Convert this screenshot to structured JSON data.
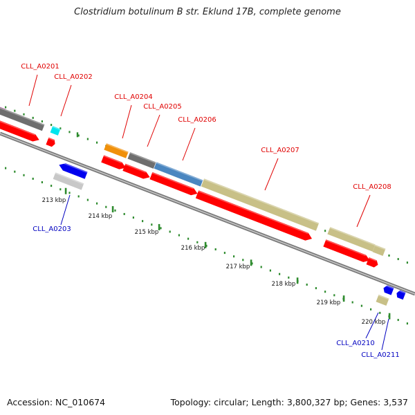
{
  "title": "Clostridium botulinum B str. Eklund 17B, complete genome",
  "footer": {
    "accession": "Accession: NC_010674",
    "summary": "Topology: circular; Length: 3,800,327 bp; Genes: 3,537"
  },
  "colors": {
    "backbone": "#888888",
    "tick": "#2e8b2e",
    "label_forward": "#e00000",
    "label_reverse": "#0000c0",
    "cds": "#ff0000",
    "gene_grey": "#6e6e6e",
    "gene_light_grey": "#c8c8c8",
    "gene_khaki": "#c8c087",
    "gene_orange": "#f0900a",
    "gene_steelblue": "#4a86c0",
    "gene_cyan": "#00e5ee",
    "gene_magenta": "#e020c0",
    "gene_blue": "#0000ee"
  },
  "axis": {
    "unit": "kbp",
    "ticks": [
      {
        "label": "213 kbp"
      },
      {
        "label": "214 kbp"
      },
      {
        "label": "215 kbp"
      },
      {
        "label": "216 kbp"
      },
      {
        "label": "217 kbp"
      },
      {
        "label": "218 kbp"
      },
      {
        "label": "219 kbp"
      },
      {
        "label": "220 kbp"
      }
    ]
  },
  "gene_labels": [
    {
      "text": "CLL_A0201",
      "strand": "forward"
    },
    {
      "text": "CLL_A0202",
      "strand": "forward"
    },
    {
      "text": "CLL_A0203",
      "strand": "reverse"
    },
    {
      "text": "CLL_A0204",
      "strand": "forward"
    },
    {
      "text": "CLL_A0205",
      "strand": "forward"
    },
    {
      "text": "CLL_A0206",
      "strand": "forward"
    },
    {
      "text": "CLL_A0207",
      "strand": "forward"
    },
    {
      "text": "CLL_A0208",
      "strand": "forward"
    },
    {
      "text": "CLL_A0210",
      "strand": "reverse"
    },
    {
      "text": "CLL_A0211",
      "strand": "reverse"
    }
  ]
}
